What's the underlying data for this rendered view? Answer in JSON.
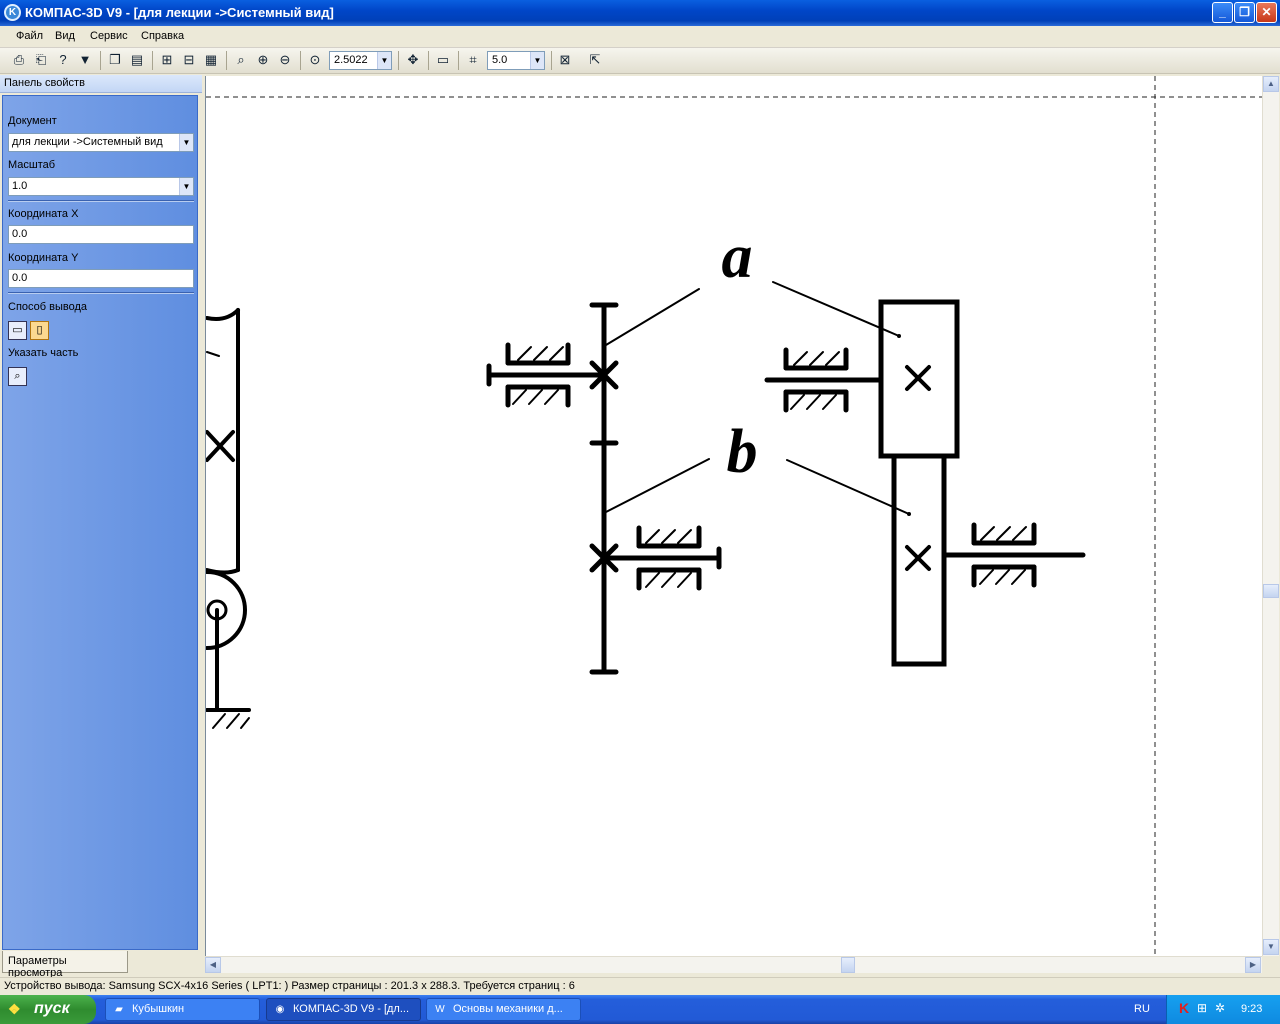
{
  "window": {
    "title": "КОМПАС-3D V9 - [для лекции ->Системный вид]",
    "app_icon": "kompas-icon",
    "buttons": {
      "minimize": "_",
      "restore": "❐",
      "close": "✕"
    }
  },
  "menu": [
    "Файл",
    "Вид",
    "Сервис",
    "Справка"
  ],
  "toolbar": {
    "zoom_value": "2.5022",
    "step_value": "5.0"
  },
  "panel": {
    "header": "Панель свойств",
    "document_label": "Документ",
    "document_value": "для лекции ->Системный вид",
    "scale_label": "Масштаб",
    "scale_value": "1.0",
    "coord_x_label": "Координата X",
    "coord_x_value": "0.0",
    "coord_y_label": "Координата Y",
    "coord_y_value": "0.0",
    "output_label": "Способ вывода",
    "part_label": "Указать часть",
    "tab": "Параметры просмотра"
  },
  "drawing": {
    "label_a": "a",
    "label_b": "b"
  },
  "status": "Устройство вывода: Samsung SCX-4x16 Series ( LPT1: )  Размер страницы : 201.3 x 288.3.  Требуется страниц : 6",
  "taskbar": {
    "start": "пуск",
    "tasks": [
      "Кубышкин",
      "КОМПАС-3D V9 - [дл...",
      "Основы механики д..."
    ],
    "lang": "RU",
    "clock": "9:23"
  },
  "colors": {
    "titlebar": "#0046c8",
    "panel_body": "#6f9ae4",
    "taskbar": "#245edb",
    "start_button": "#2f8c2f"
  }
}
